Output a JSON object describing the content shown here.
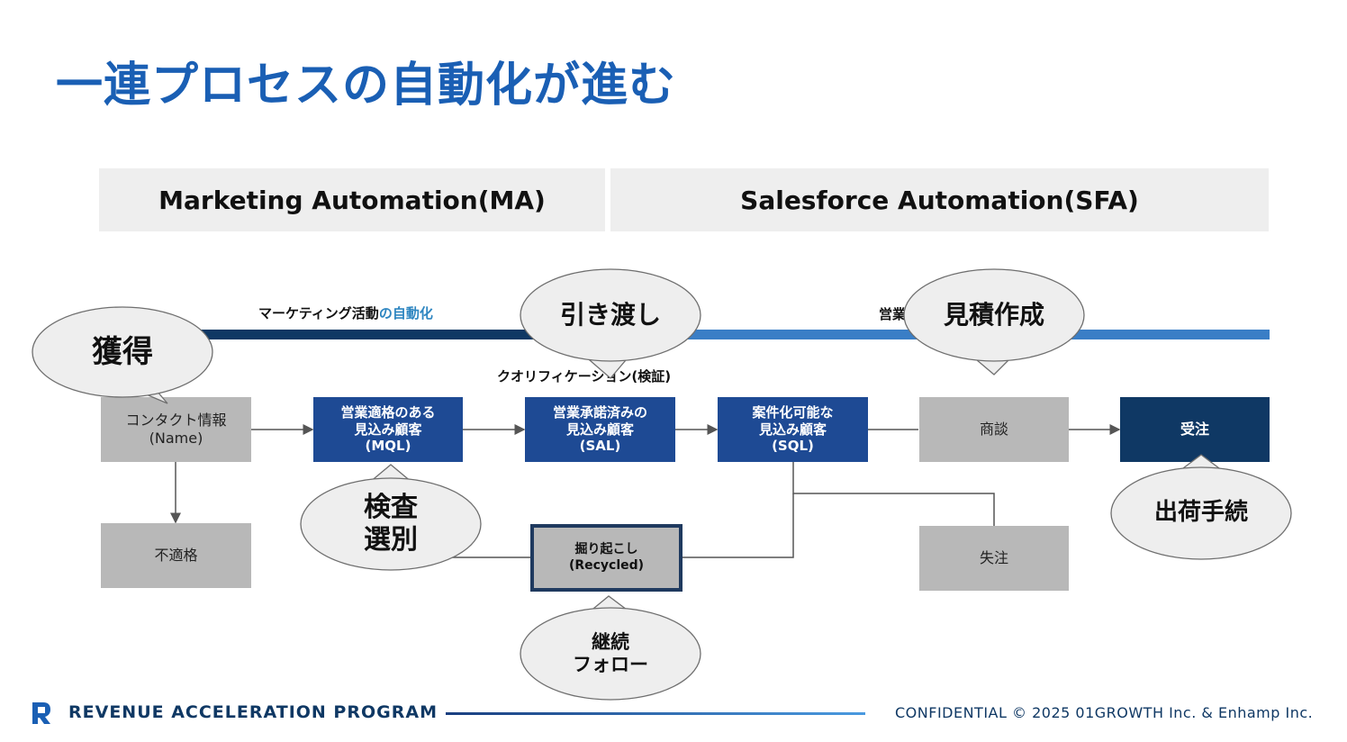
{
  "title": "一連プロセスの自動化が進む",
  "headers": {
    "ma": "Marketing Automation(MA)",
    "sfa": "Salesforce Automation(SFA)"
  },
  "track_labels": {
    "ma_prefix": "マーケティング活動",
    "ma_highlight": "の自動化",
    "sfa_prefix": "営業",
    "qualification": "クオリフィケーション(検証)"
  },
  "boxes": {
    "contact": "コンタクト情報\n(Name)",
    "unqualified": "不適格",
    "mql": "営業適格のある\n見込み顧客\n(MQL)",
    "sal": "営業承諾済みの\n見込み顧客\n(SAL)",
    "sql": "案件化可能な\n見込み顧客\n(SQL)",
    "negotiation": "商談",
    "order": "受注",
    "lost": "失注",
    "recycled": "掘り起こし\n(Recycled)"
  },
  "bubbles": {
    "acquire": "獲得",
    "handover": "引き渡し",
    "estimate": "見積作成",
    "screening": "検査\n選別",
    "shipping": "出荷手続",
    "followup": "継続\nフォロー"
  },
  "footer": {
    "program": "REVENUE ACCELERATION PROGRAM",
    "confidential": "CONFIDENTIAL © 2025 01GROWTH Inc. & Enhamp Inc."
  },
  "colors": {
    "title": "#1a5fb4",
    "navy": "#0f3864",
    "blue": "#1e4a94",
    "light_blue": "#3a7ec6",
    "gray_box": "#b8b8b8",
    "header_bg": "#eeeeee",
    "bubble_bg": "#eeeeee"
  },
  "icons": {
    "logo": "r-logo-icon"
  }
}
